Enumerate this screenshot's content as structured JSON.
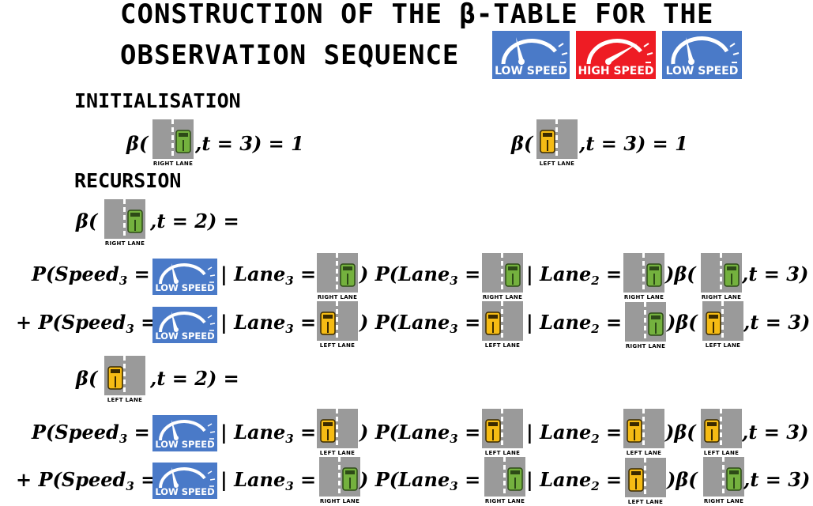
{
  "title": {
    "line1": "CONSTRUCTION OF THE β-TABLE FOR THE",
    "line2": "OBSERVATION SEQUENCE"
  },
  "observations": [
    {
      "label": "LOW SPEED",
      "kind": "low",
      "color": "#4a7ac8",
      "icon": "speedometer-icon"
    },
    {
      "label": "HIGH SPEED",
      "kind": "high",
      "color": "#ee1c24",
      "icon": "speedometer-icon"
    },
    {
      "label": "LOW SPEED",
      "kind": "low",
      "color": "#4a7ac8",
      "icon": "speedometer-icon"
    }
  ],
  "sections": {
    "initialisation": "INITIALISATION",
    "recursion": "RECURSION"
  },
  "lanes": {
    "right": "RIGHT LANE",
    "left": "LEFT LANE",
    "colors": {
      "road": "#9a9a9a",
      "green_car": "#74b13e",
      "yellow_car": "#f5bb14"
    }
  },
  "math": {
    "beta_open": "β(",
    "init_tail": ",t = 3) = 1",
    "rec_head_tail": ",t = 2) =",
    "p_speed": "P(Speed",
    "plus_p_speed": "+ P(Speed",
    "sub3": "3",
    "sub2": "2",
    "eq": "=",
    "bar_lane": "| Lane",
    "close_p_lane": ") P(Lane",
    "close_beta": ")β(",
    "beta_tail": ",t = 3)"
  }
}
